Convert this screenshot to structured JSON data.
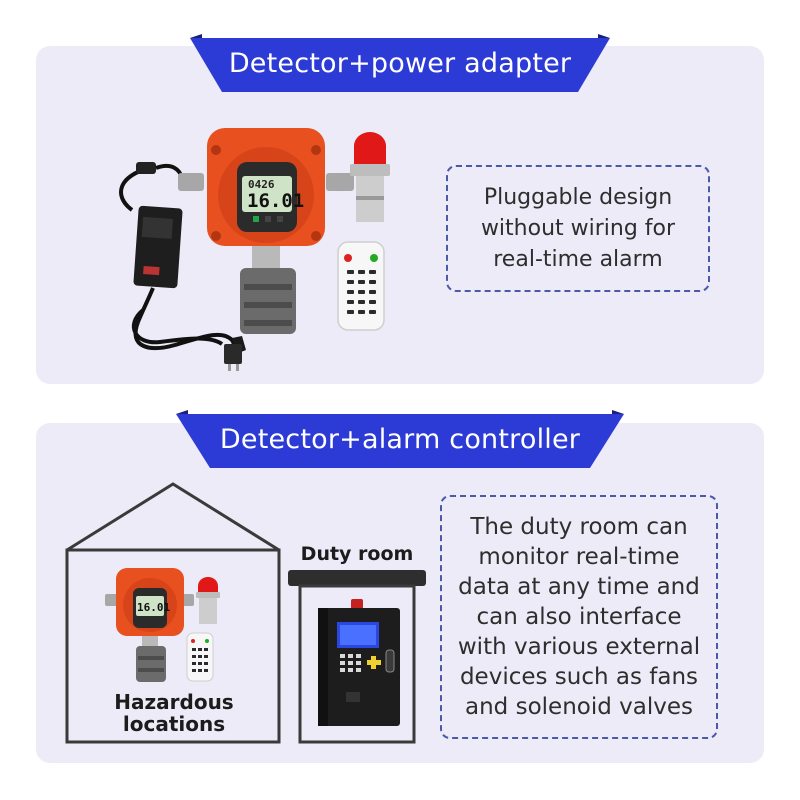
{
  "section1": {
    "title": "Detector+power adapter",
    "note_lines": [
      "Pluggable design",
      "without wiring for",
      "real-time alarm"
    ],
    "lcd_small": "0426",
    "lcd_main": "16.01"
  },
  "section2": {
    "title": "Detector+alarm controller",
    "hazard_label_lines": [
      "Hazardous",
      "locations"
    ],
    "duty_label": "Duty room",
    "note_lines": [
      "The duty room can",
      "monitor real-time",
      "data at any time and",
      "can also interface",
      "with various external",
      "devices such as fans",
      "and solenoid valves"
    ],
    "lcd_main": "16.01"
  },
  "colors": {
    "panel_bg": "#ecebf7",
    "ribbon_blue": "#2d3bd6",
    "ribbon_dark": "#1a1f7a",
    "detector_orange": "#e8501f",
    "note_border": "#4b5aa8"
  },
  "icons": [
    "power-adapter-icon",
    "gas-detector-icon",
    "alarm-beacon-icon",
    "remote-control-icon",
    "house-icon",
    "alarm-controller-icon"
  ]
}
